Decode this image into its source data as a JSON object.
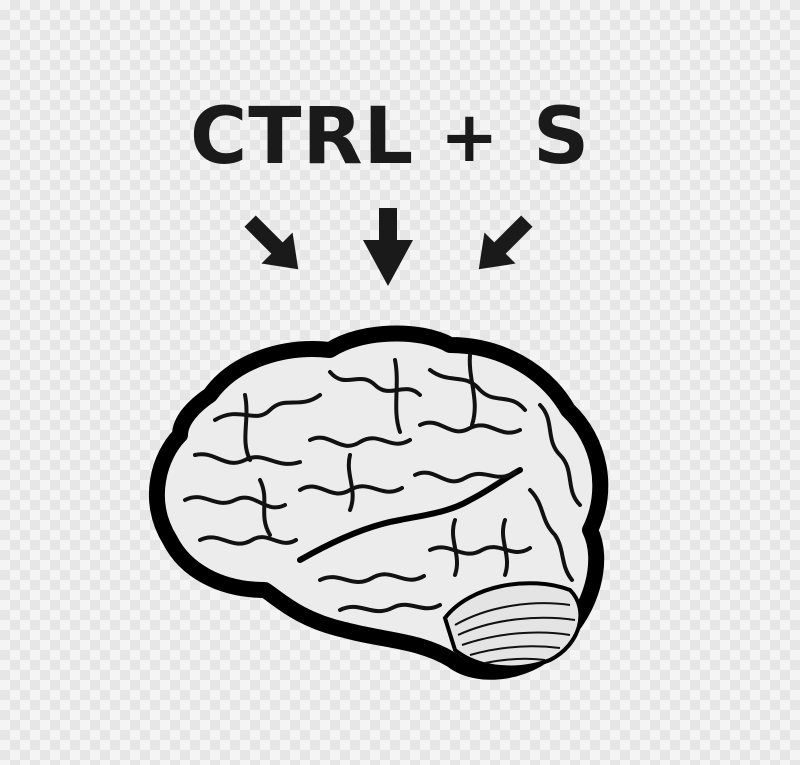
{
  "shortcut": {
    "modifier": "CTRL",
    "operator": "+",
    "key": "S"
  },
  "arrows": {
    "count": 3,
    "color": "#1a1a1a"
  },
  "brain": {
    "icon": "brain-icon",
    "outline_color": "#000000",
    "fill_color": "#ececec"
  }
}
